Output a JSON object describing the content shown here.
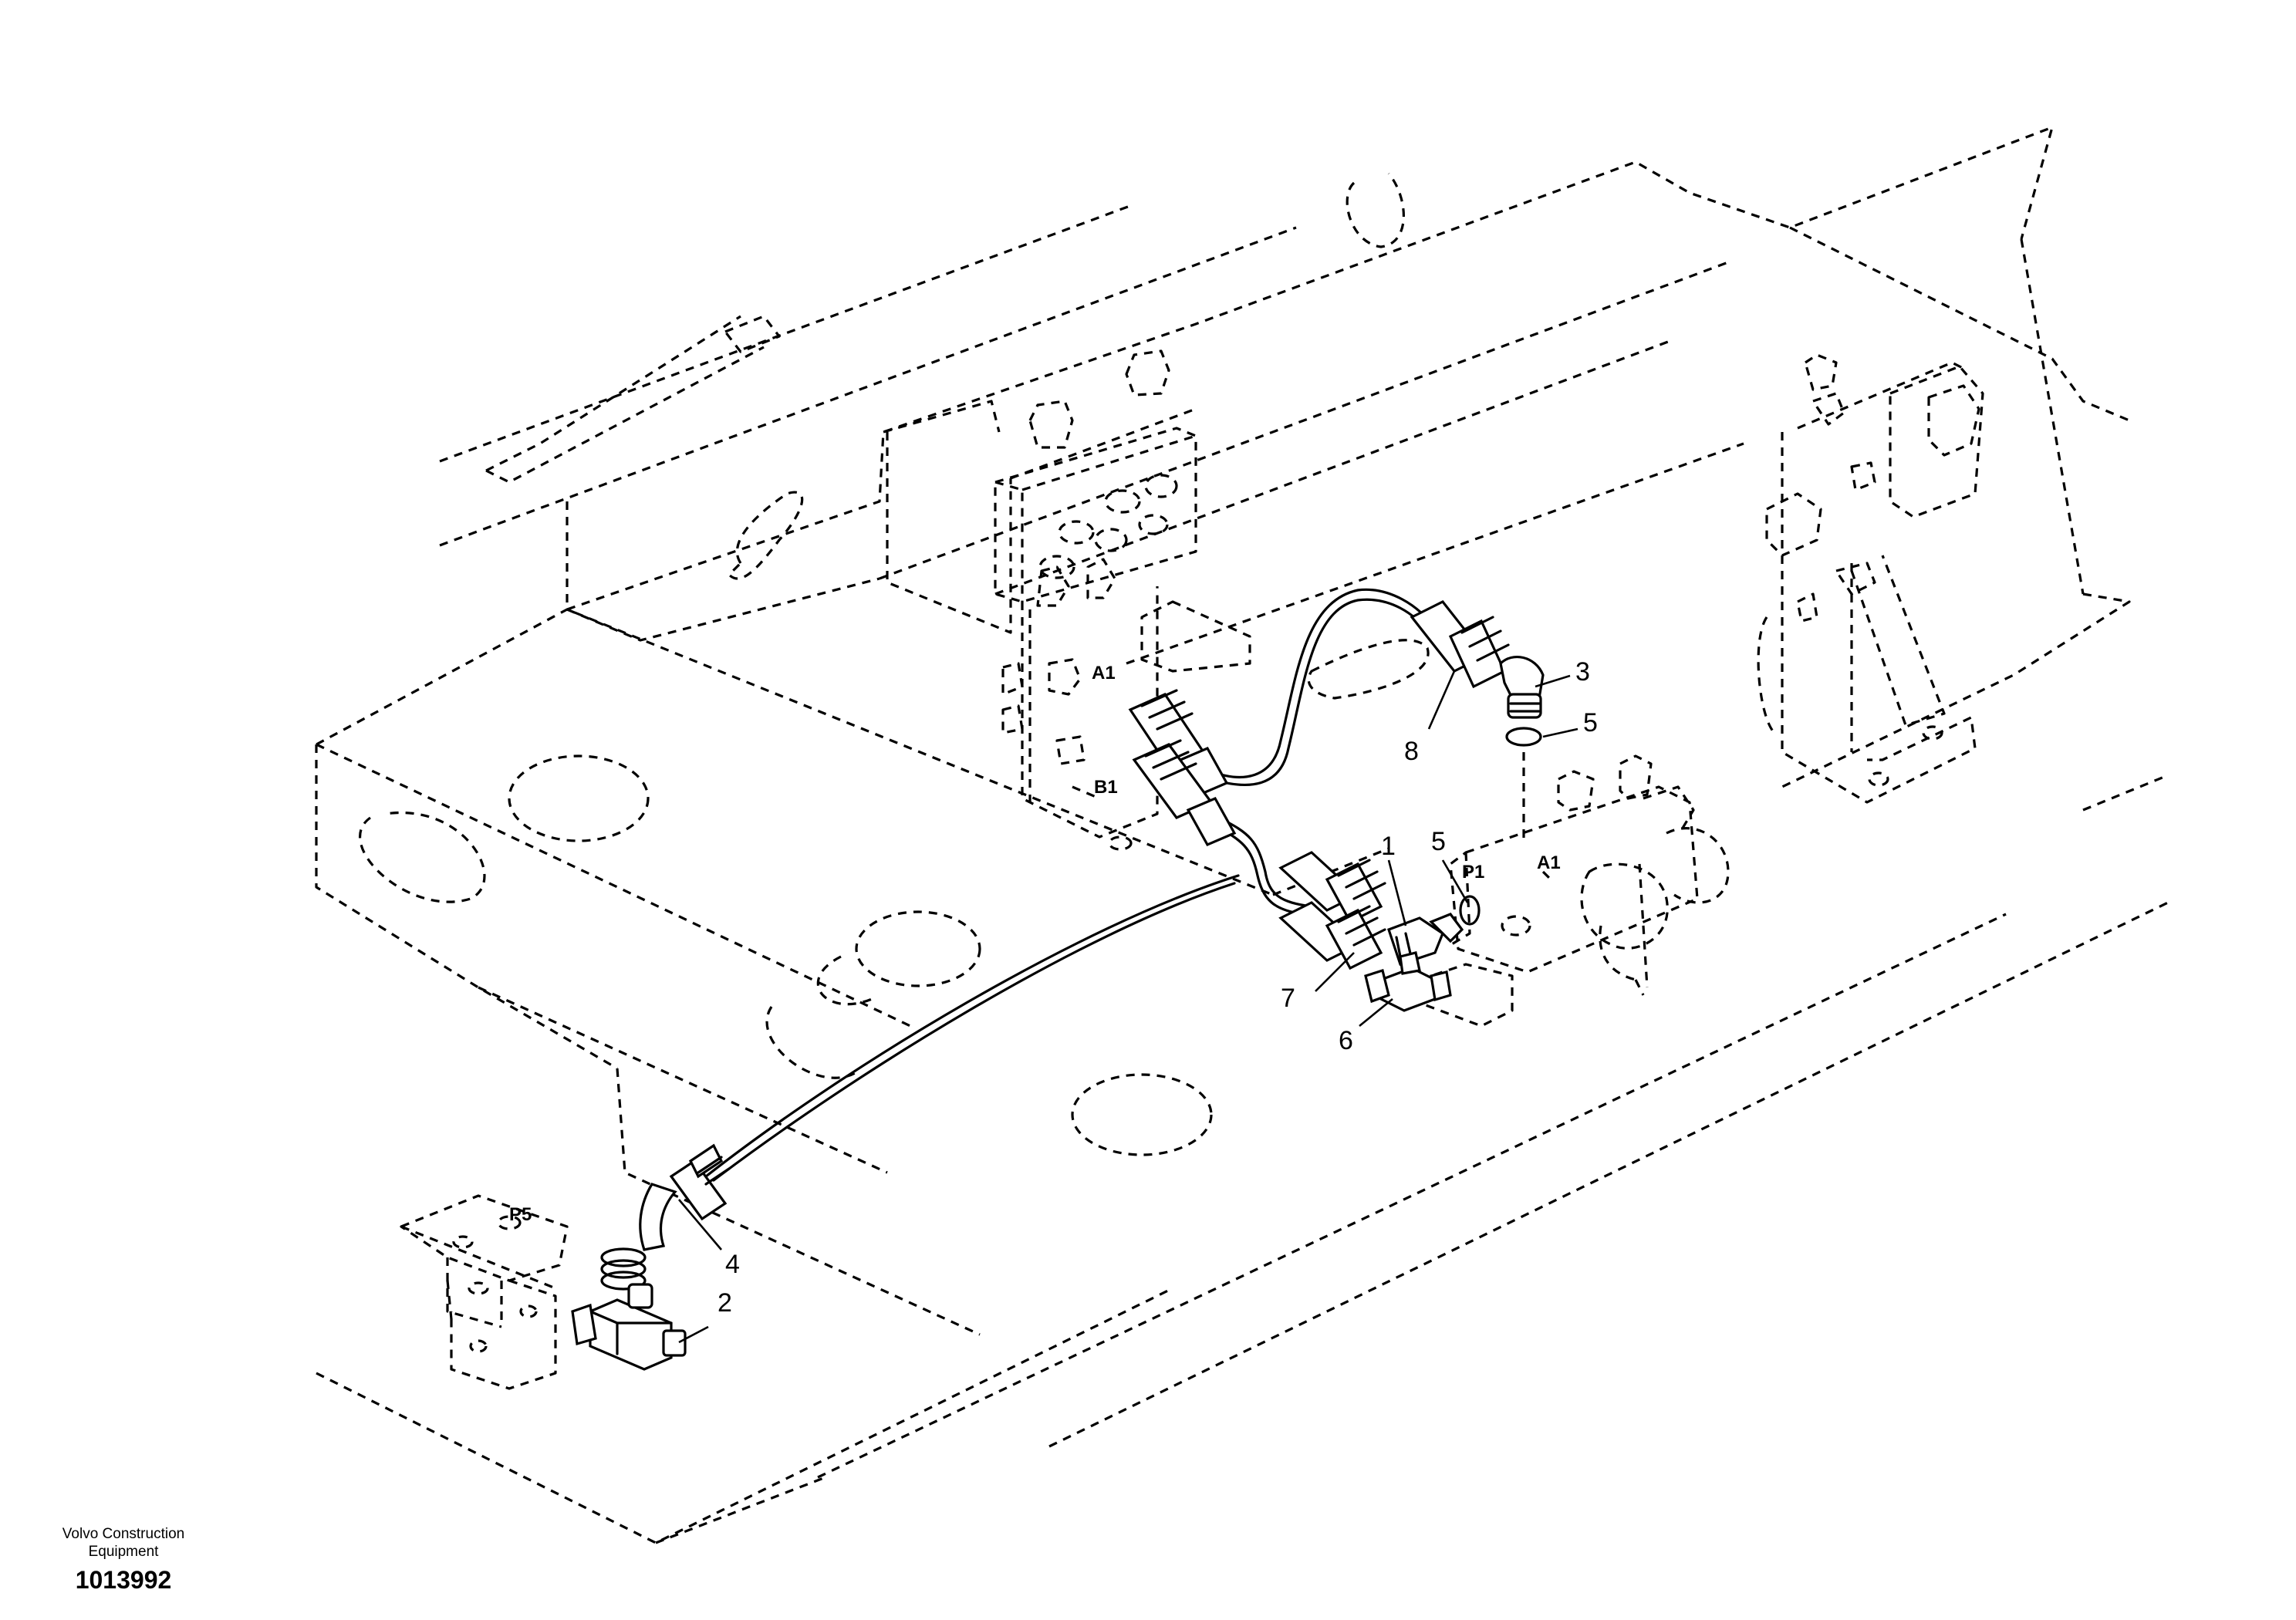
{
  "diagram": {
    "callouts": [
      {
        "id": "callout-1",
        "label": "1"
      },
      {
        "id": "callout-2",
        "label": "2"
      },
      {
        "id": "callout-3",
        "label": "3"
      },
      {
        "id": "callout-4",
        "label": "4"
      },
      {
        "id": "callout-5a",
        "label": "5"
      },
      {
        "id": "callout-5b",
        "label": "5"
      },
      {
        "id": "callout-6",
        "label": "6"
      },
      {
        "id": "callout-7",
        "label": "7"
      },
      {
        "id": "callout-8",
        "label": "8"
      }
    ],
    "port_labels": {
      "a1_valve": "A1",
      "b1_valve": "B1",
      "p1_block": "P1",
      "a1_block": "A1",
      "p5_bracket": "P5"
    }
  },
  "footer": {
    "company_line1": "Volvo Construction",
    "company_line2": "Equipment",
    "drawing_number": "1013992"
  }
}
